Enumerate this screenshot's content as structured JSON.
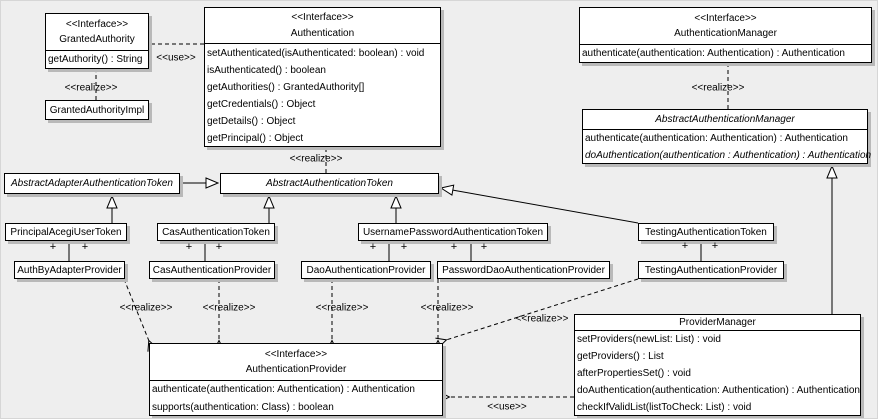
{
  "labels": {
    "interface": "<<Interface>>",
    "realize": "<<realize>>",
    "use": "<<use>>",
    "plus": "+"
  },
  "classes": {
    "granted_authority": {
      "stereotype": "<<Interface>>",
      "name": "GrantedAuthority",
      "methods": [
        "getAuthority() : String"
      ]
    },
    "granted_authority_impl": {
      "name": "GrantedAuthorityImpl"
    },
    "authentication": {
      "stereotype": "<<Interface>>",
      "name": "Authentication",
      "methods": [
        "setAuthenticated(isAuthenticated: boolean) : void",
        "isAuthenticated() : boolean",
        "getAuthorities() : GrantedAuthority[]",
        "getCredentials() : Object",
        "getDetails() : Object",
        "getPrincipal() : Object"
      ]
    },
    "authentication_manager": {
      "stereotype": "<<Interface>>",
      "name": "AuthenticationManager",
      "methods": [
        "authenticate(authentication: Authentication) : Authentication"
      ]
    },
    "abstract_authentication_manager": {
      "name": "AbstractAuthenticationManager",
      "abstract": true,
      "methods": [
        "authenticate(authentication: Authentication) : Authentication",
        "doAuthentication(authentication : Authentication) : Authentication"
      ]
    },
    "abstract_adapter_authentication_token": {
      "name": "AbstractAdapterAuthenticationToken",
      "abstract": true
    },
    "abstract_authentication_token": {
      "name": "AbstractAuthenticationToken",
      "abstract": true
    },
    "principal_acegi_user_token": {
      "name": "PrincipalAcegiUserToken"
    },
    "cas_authentication_token": {
      "name": "CasAuthenticationToken"
    },
    "username_password_authentication_token": {
      "name": "UsernamePasswordAuthenticationToken"
    },
    "testing_authentication_token": {
      "name": "TestingAuthenticationToken"
    },
    "auth_by_adapter_provider": {
      "name": "AuthByAdapterProvider"
    },
    "cas_authentication_provider": {
      "name": "CasAuthenticationProvider"
    },
    "dao_authentication_provider": {
      "name": "DaoAuthenticationProvider"
    },
    "password_dao_authentication_provider": {
      "name": "PasswordDaoAuthenticationProvider"
    },
    "testing_authentication_provider": {
      "name": "TestingAuthenticationProvider"
    },
    "authentication_provider": {
      "stereotype": "<<Interface>>",
      "name": "AuthenticationProvider",
      "methods": [
        "authenticate(authentication: Authentication) : Authentication",
        "supports(authentication: Class) : boolean"
      ]
    },
    "provider_manager": {
      "name": "ProviderManager",
      "methods": [
        "setProviders(newList: List) : void",
        "getProviders() : List",
        "afterPropertiesSet() : void",
        "doAuthentication(authentication: Authentication) : Authentication",
        "checkIfValidList(listToCheck: List) : void"
      ]
    }
  },
  "relationships": [
    {
      "type": "use",
      "label": "<<use>>",
      "from": "Authentication",
      "to": "GrantedAuthority"
    },
    {
      "type": "realize",
      "label": "<<realize>>",
      "from": "GrantedAuthorityImpl",
      "to": "GrantedAuthority"
    },
    {
      "type": "realize",
      "label": "<<realize>>",
      "from": "AbstractAuthenticationToken",
      "to": "Authentication"
    },
    {
      "type": "realize",
      "label": "<<realize>>",
      "from": "AbstractAuthenticationManager",
      "to": "AuthenticationManager"
    },
    {
      "type": "generalization",
      "from": "AbstractAdapterAuthenticationToken",
      "to": "AbstractAuthenticationToken"
    },
    {
      "type": "generalization",
      "from": "PrincipalAcegiUserToken",
      "to": "AbstractAdapterAuthenticationToken"
    },
    {
      "type": "generalization",
      "from": "CasAuthenticationToken",
      "to": "AbstractAuthenticationToken"
    },
    {
      "type": "generalization",
      "from": "UsernamePasswordAuthenticationToken",
      "to": "AbstractAuthenticationToken"
    },
    {
      "type": "generalization",
      "from": "TestingAuthenticationToken",
      "to": "AbstractAuthenticationToken"
    },
    {
      "type": "generalization",
      "from": "ProviderManager",
      "to": "AbstractAuthenticationManager"
    },
    {
      "type": "association",
      "end_adornments": [
        "+",
        "+"
      ],
      "from": "PrincipalAcegiUserToken",
      "to": "AuthByAdapterProvider"
    },
    {
      "type": "association",
      "end_adornments": [
        "+",
        "+"
      ],
      "from": "CasAuthenticationToken",
      "to": "CasAuthenticationProvider"
    },
    {
      "type": "association",
      "end_adornments": [
        "+",
        "+"
      ],
      "from": "UsernamePasswordAuthenticationToken",
      "to": "DaoAuthenticationProvider"
    },
    {
      "type": "association",
      "end_adornments": [
        "+",
        "+"
      ],
      "from": "UsernamePasswordAuthenticationToken",
      "to": "PasswordDaoAuthenticationProvider"
    },
    {
      "type": "association",
      "end_adornments": [
        "+",
        "+"
      ],
      "from": "TestingAuthenticationToken",
      "to": "TestingAuthenticationProvider"
    },
    {
      "type": "realize",
      "label": "<<realize>>",
      "from": "AuthByAdapterProvider",
      "to": "AuthenticationProvider"
    },
    {
      "type": "realize",
      "label": "<<realize>>",
      "from": "CasAuthenticationProvider",
      "to": "AuthenticationProvider"
    },
    {
      "type": "realize",
      "label": "<<realize>>",
      "from": "DaoAuthenticationProvider",
      "to": "AuthenticationProvider"
    },
    {
      "type": "realize",
      "label": "<<realize>>",
      "from": "PasswordDaoAuthenticationProvider",
      "to": "AuthenticationProvider"
    },
    {
      "type": "realize",
      "label": "<<realize>>",
      "from": "TestingAuthenticationProvider",
      "to": "AuthenticationProvider"
    },
    {
      "type": "use",
      "label": "<<use>>",
      "from": "ProviderManager",
      "to": "AuthenticationProvider"
    }
  ]
}
